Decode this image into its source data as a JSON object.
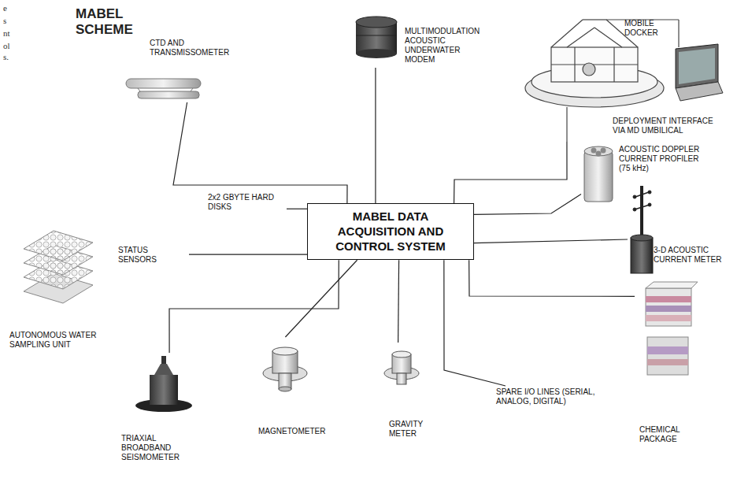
{
  "diagram": {
    "title": "MABEL SCHEME",
    "nodes": [
      {
        "text": [
          "CTD AND TRANSMISSOMETER"
        ]
      },
      {
        "text": [
          "MULTIMODULATION ACOUSTIC UNDERWATER MODEM"
        ]
      },
      {
        "text": [
          "MOBILE DOCKER",
          "DEPLOYMENT INTERFACE VIA MD UMBILICAL"
        ]
      },
      {
        "text": [
          "2x2 GBYTE HARD DISKS"
        ]
      },
      {
        "text": [
          "MABEL DATA ACQUISITION AND CONTROL SYSTEM"
        ]
      },
      {
        "text": [
          "ACOUSTIC DOPPLER CURRENT PROFILER (75 kHz)"
        ]
      },
      {
        "text": [
          "STATUS SENSORS"
        ]
      },
      {
        "text": [
          "3-D ACOUSTIC CURRENT METER"
        ]
      },
      {
        "text": [
          "AUTONOMOUS WATER SAMPLING UNIT"
        ]
      },
      {
        "text": [
          "CHEMICAL PACKAGE"
        ]
      },
      {
        "text": [
          "TRIAXIAL BROADBAND SEISMOMETER"
        ]
      },
      {
        "text": [
          "MAGNETOMETER"
        ]
      },
      {
        "text": [
          "GRAVITY METER"
        ]
      },
      {
        "text": [
          "SPARE I/O LINES (SERIAL, ANALOG, DIGITAL)"
        ]
      }
    ],
    "edges": [
      {
        "from": 4,
        "to": 0,
        "arrow": "none"
      },
      {
        "from": 4,
        "to": 1,
        "arrow": "none"
      },
      {
        "from": 4,
        "to": 2,
        "arrow": "none"
      },
      {
        "from": 4,
        "to": 3,
        "arrow": "none"
      },
      {
        "from": 4,
        "to": 5,
        "arrow": "none"
      },
      {
        "from": 4,
        "to": 6,
        "arrow": "none"
      },
      {
        "from": 4,
        "to": 7,
        "arrow": "none"
      },
      {
        "from": 4,
        "to": 9,
        "arrow": "none"
      },
      {
        "from": 4,
        "to": 10,
        "arrow": "none"
      },
      {
        "from": 4,
        "to": 11,
        "arrow": "none"
      },
      {
        "from": 4,
        "to": 12,
        "arrow": "none"
      },
      {
        "from": 4,
        "to": 13,
        "arrow": "none"
      }
    ],
    "labels": [
      "e",
      "s",
      "nt",
      "ol",
      "s."
    ]
  }
}
